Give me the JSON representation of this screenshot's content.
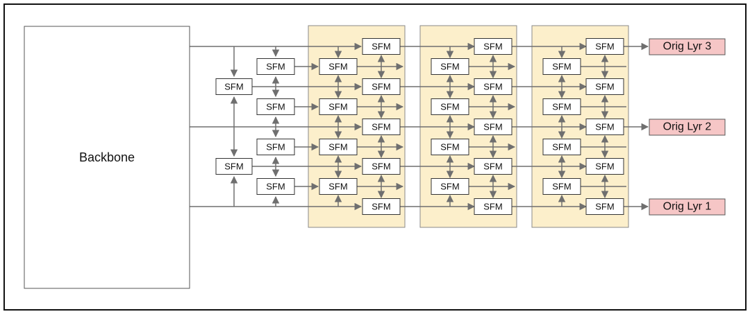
{
  "diagram": {
    "backbone_label": "Backbone",
    "module_label": "SFM",
    "outputs": {
      "top": "Orig Lyr 3",
      "middle": "Orig Lyr 2",
      "bottom": "Orig Lyr 1"
    }
  },
  "colors": {
    "stage_fill": "#fcefcb",
    "output_fill": "#f6c6c6",
    "wire": "#6f6f6f"
  }
}
